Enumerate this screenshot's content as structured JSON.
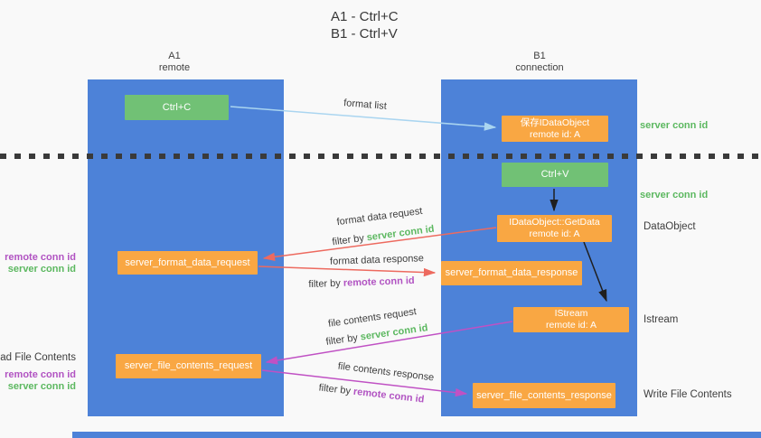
{
  "title": {
    "line1": "A1 - Ctrl+C",
    "line2": "B1 - Ctrl+V"
  },
  "lanes": {
    "left": {
      "id": "A1",
      "label": "remote"
    },
    "right": {
      "id": "B1",
      "label": "connection"
    }
  },
  "boxes": {
    "ctrl_c": {
      "label": "Ctrl+C"
    },
    "save_idataobject": {
      "line1": "保存IDataObject",
      "line2": "remote id: A"
    },
    "ctrl_v": {
      "label": "Ctrl+V"
    },
    "getdata": {
      "line1": "IDataObject::GetData",
      "line2": "remote id: A"
    },
    "server_format_data_request": {
      "label": "server_format_data_request"
    },
    "server_format_data_response": {
      "label": "server_format_data_response"
    },
    "istream": {
      "line1": "IStream",
      "line2": "remote id: A"
    },
    "server_file_contents_request": {
      "label": "server_file_contents_request"
    },
    "server_file_contents_response": {
      "label": "server_file_contents_response"
    }
  },
  "side_labels": {
    "server_conn_id_top": "server conn id",
    "server_conn_id_mid": "server conn id",
    "dataobject": "DataObject",
    "istream": "Istream",
    "write_file_contents": "Write File Contents",
    "read_file_contents": "Read File Contents",
    "remote_conn_id_format": "remote conn id",
    "server_conn_id_format": "server conn id",
    "remote_conn_id_file": "remote conn id",
    "server_conn_id_file": "server conn id"
  },
  "arrows": {
    "format_list": {
      "label": "format list"
    },
    "format_data_request": {
      "label": "format data request",
      "filter_prefix": "filter by",
      "filter_value": "server conn id"
    },
    "format_data_response": {
      "label": "format data response",
      "filter_prefix": "filter by",
      "filter_value": "remote conn id"
    },
    "file_contents_request": {
      "label": "file contents request",
      "filter_prefix": "filter by",
      "filter_value": "server conn id"
    },
    "file_contents_response": {
      "label": "file contents response",
      "filter_prefix": "filter by",
      "filter_value": "remote conn id"
    }
  },
  "colors": {
    "lane_blue": "#4d82d8",
    "box_green": "#71c175",
    "box_orange": "#f9a743",
    "text_green": "#5cb860",
    "text_purple": "#b153c2",
    "arrow_red": "#ed6a5f",
    "arrow_magenta": "#c051c4",
    "arrow_lightblue": "#aad5f0",
    "arrow_black": "#1f1f1f",
    "divider_dark": "#3a3a3a"
  }
}
